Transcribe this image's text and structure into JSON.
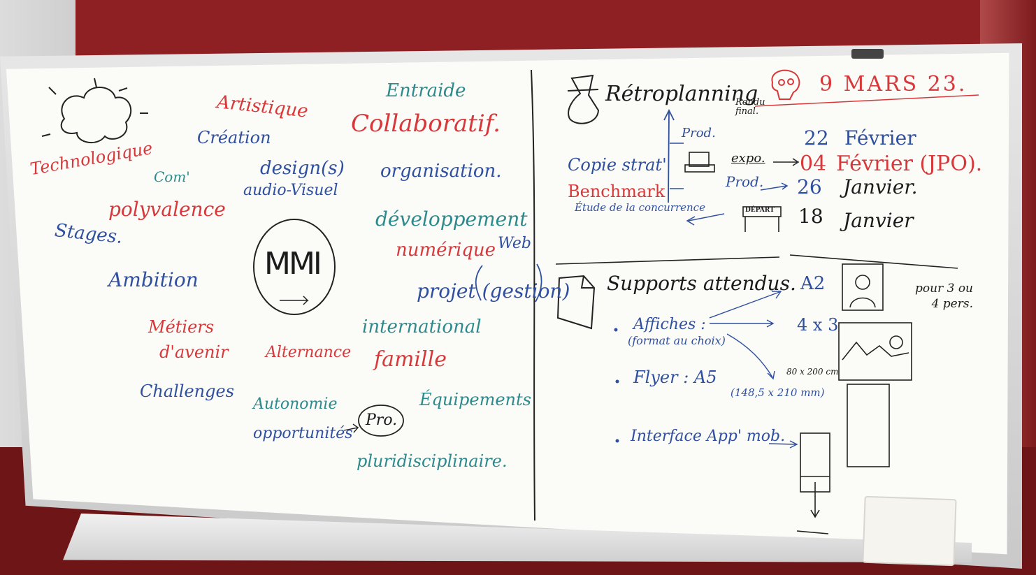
{
  "left_words": {
    "technologique": "Technologique",
    "artistique": "Artistique",
    "creation": "Création",
    "entraide": "Entraide",
    "collaboratif": "Collaboratif.",
    "com": "Com'",
    "designs": "design(s)",
    "audio_visuel": "audio-Visuel",
    "organisation": "organisation.",
    "polyvalence": "polyvalence",
    "stages": "Stages.",
    "developpement": "développement",
    "numerique": "numérique",
    "web": "Web",
    "mmi": "MMI",
    "ambition": "Ambition",
    "projet": "projet (gestion)",
    "metiers": "Métiers",
    "davenir": "d'avenir",
    "alternance": "Alternance",
    "international": "international",
    "famille": "famille",
    "challenges": "Challenges",
    "autonomie": "Autonomie",
    "opportunites": "opportunités",
    "pro": "Pro.",
    "equipements": "Équipements",
    "pluridisciplinaire": "pluridisciplinaire."
  },
  "retro": {
    "title": "Rétroplanning",
    "rendu_final": "Rendu final.",
    "date_final": "9 MARS 23.",
    "prod_label": "Prod.",
    "copie_strat": "Copie strat'",
    "benchmark": "Benchmark",
    "etude": "Étude de la concurrence",
    "expo": "expo.",
    "prod2": "Prod.",
    "depart": "DÉPART",
    "d22": "22",
    "feb1": "Février",
    "d04": "04",
    "feb2": "Février (JPO).",
    "d26": "26",
    "jan1": "Janvier.",
    "d18": "18",
    "jan2": "Janvier"
  },
  "supports": {
    "title": "Supports attendus.",
    "affiches": "Affiches :",
    "format": "(format au choix)",
    "flyer": "Flyer : A5",
    "flyer_dims": "(148,5 x 210 mm)",
    "interface": "Interface App' mob.",
    "a2": "A2",
    "size43": "4 x 3",
    "size80": "80 x 200 cm",
    "pour": "pour 3 ou 4 pers."
  },
  "colors": {
    "red": "#d9383a",
    "blue": "#2f4f9f",
    "teal": "#2c8a8c",
    "black": "#1b1b1b"
  }
}
